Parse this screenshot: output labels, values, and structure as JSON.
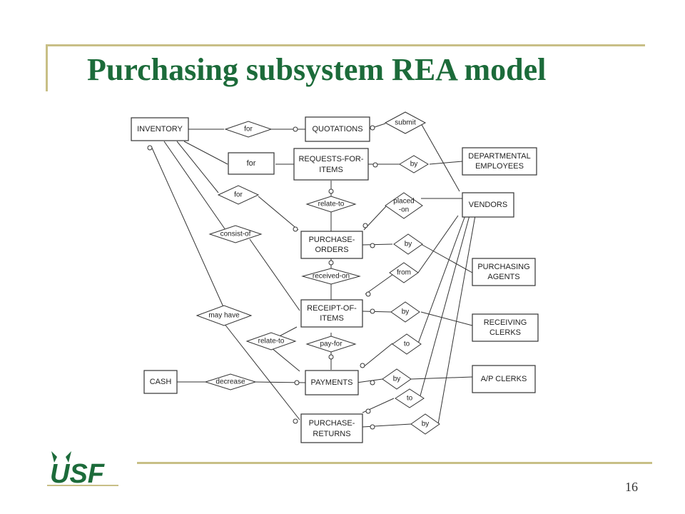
{
  "slide": {
    "title": "Purchasing subsystem REA model",
    "page_number": "16"
  },
  "logo": {
    "text": "USF",
    "color": "#1c6b3a"
  },
  "colors": {
    "title": "#1c6b3a",
    "rule": "#c8bf86"
  },
  "diagram": {
    "entities": {
      "inventory": "INVENTORY",
      "quotations": "QUOTATIONS",
      "requests_1": "REQUESTS-FOR-",
      "requests_2": "ITEMS",
      "departmental_1": "DEPARTMENTAL",
      "departmental_2": "EMPLOYEES",
      "vendors": "VENDORS",
      "purchase_orders_1": "PURCHASE-",
      "purchase_orders_2": "ORDERS",
      "purchasing_agents_1": "PURCHASING",
      "purchasing_agents_2": "AGENTS",
      "receipt_1": "RECEIPT-OF-",
      "receipt_2": "ITEMS",
      "receiving_clerks_1": "RECEIVING",
      "receiving_clerks_2": "CLERKS",
      "cash": "CASH",
      "payments": "PAYMENTS",
      "ap_clerks": "A/P CLERKS",
      "purchase_returns_1": "PURCHASE-",
      "purchase_returns_2": "RETURNS",
      "for_box": "for"
    },
    "relationships": {
      "for_quotations": "for",
      "submit": "submit",
      "by_requests": "by",
      "for_orders": "for",
      "relate_to_top": "relate-to",
      "placed_on_1": "placed",
      "placed_on_2": "-on",
      "consist_of": "consist-of",
      "by_orders": "by",
      "received_on": "received-on",
      "from": "from",
      "may_have": "may have",
      "by_receipt": "by",
      "relate_to_bottom": "relate-to",
      "pay_for": "pay-for",
      "to_payments": "to",
      "decrease": "decrease",
      "by_payments": "by",
      "to_returns": "to",
      "by_returns": "by"
    }
  }
}
